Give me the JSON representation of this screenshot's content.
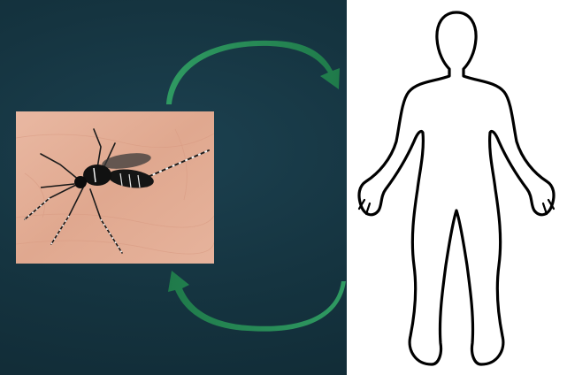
{
  "diagram": {
    "background_color": "#153440",
    "arrow_color": "#2e8b57",
    "nodes": [
      {
        "id": "mosquito",
        "icon": "mosquito-photo"
      },
      {
        "id": "human",
        "icon": "human-body-outline"
      }
    ],
    "edges": [
      {
        "from": "mosquito",
        "to": "human"
      },
      {
        "from": "human",
        "to": "mosquito"
      }
    ]
  }
}
